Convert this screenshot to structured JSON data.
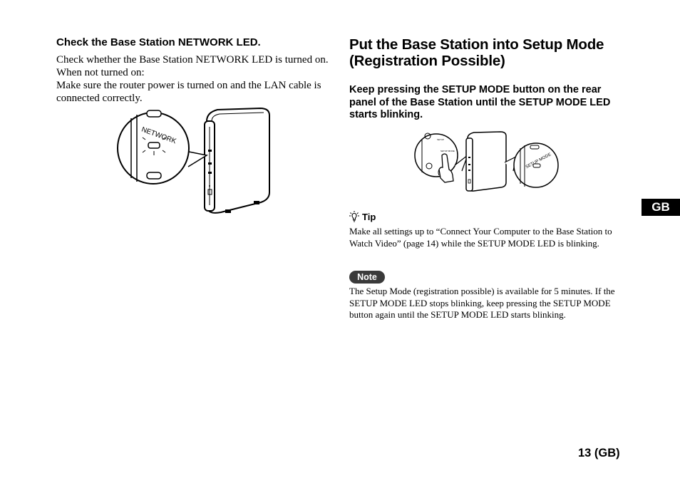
{
  "left": {
    "heading": "Check the Base Station NETWORK LED.",
    "para1": "Check whether the Base Station NETWORK LED is turned on.",
    "para2": "When not turned on:",
    "para3": "Make sure the router power is turned on and the LAN cable is connected correctly.",
    "figure_label": "NETWORK"
  },
  "right": {
    "title": "Put the Base Station into Setup Mode (Registration Possible)",
    "instruction": "Keep pressing the SETUP MODE button on the rear panel of the Base Station until the SETUP MODE LED starts blinking.",
    "figure_label": "SETUP MODE",
    "tip_label": "Tip",
    "tip_text": "Make all settings up to “Connect Your Computer to the Base Station to Watch Video” (page 14) while the SETUP MODE LED is blinking.",
    "note_label": "Note",
    "note_text": "The Setup Mode (registration possible) is available for 5 minutes. If the SETUP MODE LED stops blinking, keep pressing the SETUP MODE button again until the SETUP MODE LED starts blinking."
  },
  "side_tab": "GB",
  "page_number": "13 (GB)",
  "icons": [
    "lightbulb-icon"
  ]
}
